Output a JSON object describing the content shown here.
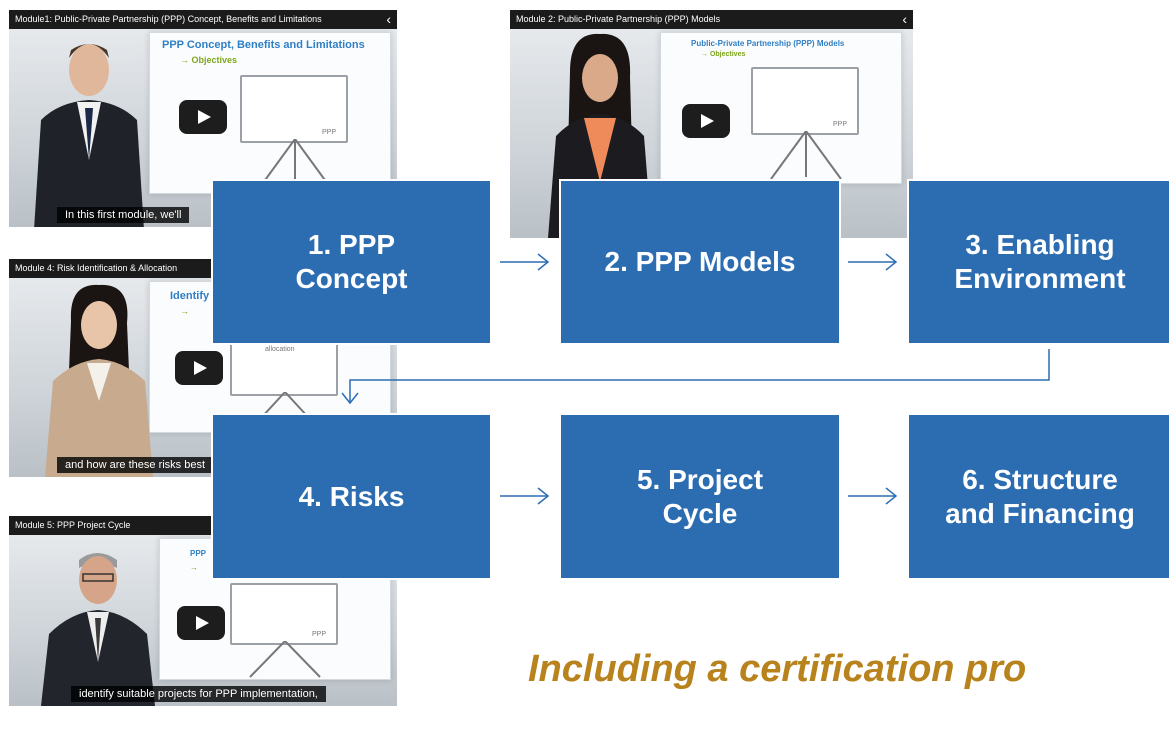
{
  "videos": [
    {
      "title": "Module1: Public-Private Partnership (PPP) Concept, Benefits and Limitations",
      "slide_title": "PPP Concept, Benefits and Limitations",
      "slide_sub": "Objectives",
      "board_label": "PPP",
      "caption": "In this first module, we'll"
    },
    {
      "title": "Module 2: Public-Private Partnership (PPP) Models",
      "slide_title": "Public-Private Partnership (PPP) Models",
      "slide_sub": "Objectives",
      "board_label": "PPP",
      "caption": ""
    },
    {
      "title": "Module 4: Risk Identification & Allocation",
      "slide_title": "Identify",
      "slide_sub": "",
      "board_label": "allocation",
      "caption": "and how are these risks best"
    },
    {
      "title": "Module 5: PPP Project Cycle",
      "slide_title": "PPP",
      "slide_sub": "",
      "board_label": "PPP",
      "caption": "identify suitable projects for PPP implementation,"
    }
  ],
  "modules": [
    {
      "line1": "1. PPP",
      "line2": "Concept"
    },
    {
      "line1": "2. PPP Models",
      "line2": ""
    },
    {
      "line1": "3. Enabling",
      "line2": "Environment"
    },
    {
      "line1": "4. Risks",
      "line2": ""
    },
    {
      "line1": "5. Project",
      "line2": "Cycle"
    },
    {
      "line1": "6. Structure",
      "line2": "and Financing"
    }
  ],
  "tagline": "Including a certification pro",
  "colors": {
    "box": "#2c6db2",
    "arrow": "#2c6db2",
    "tagline": "#b8821c"
  },
  "icons": [
    "share-icon",
    "play-icon",
    "arrow-right-icon",
    "arrow-down-icon"
  ]
}
